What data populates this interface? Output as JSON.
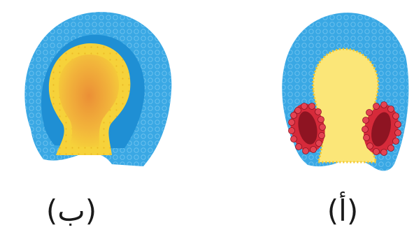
{
  "figures": [
    {
      "id": "b",
      "caption": "(ب)",
      "description_label": "figure-b"
    },
    {
      "id": "a",
      "caption": "(أ)",
      "description_label": "figure-a"
    }
  ],
  "colors": {
    "outer_layer": "#3aa8e4",
    "outer_layer_dark": "#1f8fd4",
    "cell_border": "#7fcaf2",
    "core_yellow": "#f6d23a",
    "core_light": "#fbe678",
    "core_orange": "#f0a13a",
    "red_cells": "#d62a3a",
    "red_cells_dark": "#8e1422"
  }
}
